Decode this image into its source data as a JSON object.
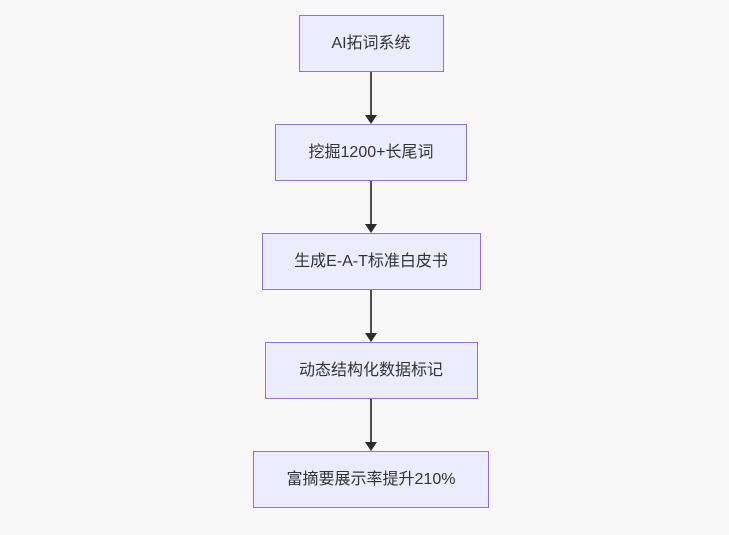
{
  "diagram": {
    "type": "flowchart",
    "direction": "top-down",
    "nodes": [
      {
        "id": "A",
        "label": "AI拓词系统"
      },
      {
        "id": "B",
        "label": "挖掘1200+长尾词"
      },
      {
        "id": "C",
        "label": "生成E-A-T标准白皮书"
      },
      {
        "id": "D",
        "label": "动态结构化数据标记"
      },
      {
        "id": "E",
        "label": "富摘要展示率提升210%"
      }
    ],
    "edges": [
      {
        "from": "A",
        "to": "B"
      },
      {
        "from": "B",
        "to": "C"
      },
      {
        "from": "C",
        "to": "D"
      },
      {
        "from": "D",
        "to": "E"
      }
    ],
    "colors": {
      "node_fill": "#ECECFF",
      "node_border": "#9370DB",
      "node_text": "#333333",
      "arrow": "#333333",
      "background": "#f8f8f8"
    }
  }
}
